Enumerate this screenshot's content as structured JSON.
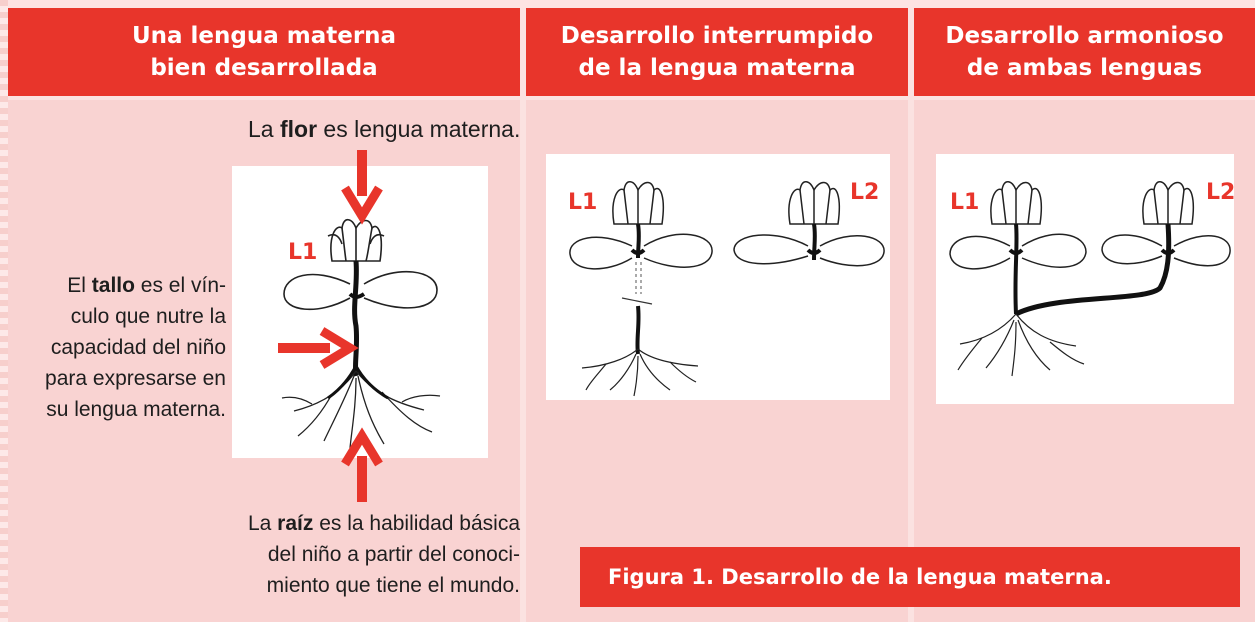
{
  "headers": {
    "col1": [
      "Una lengua materna",
      "bien desarrollada"
    ],
    "col2": [
      "Desarrollo interrumpido",
      "de la lengua materna"
    ],
    "col3": [
      "Desarrollo armonioso",
      "de ambas lenguas"
    ]
  },
  "labels": {
    "flor": {
      "pre": "La ",
      "bold": "flor",
      "post": " es lengua materna."
    },
    "tallo": {
      "pre": "El ",
      "bold": "tallo",
      "post1": " es el vín-",
      "lines": [
        "culo que nutre la",
        "capacidad del niño",
        "para expresarse en",
        "su lengua materna."
      ]
    },
    "raiz": {
      "pre": "La ",
      "bold": "raíz",
      "post1": " es la habilidad básica",
      "lines": [
        "del niño a partir del conoci-",
        "miento que tiene el mundo."
      ]
    }
  },
  "tags": {
    "l1": "L1",
    "l2": "L2"
  },
  "caption": "Figura 1. Desarrollo de la lengua materna.",
  "colors": {
    "accent": "#e8352b",
    "panel": "#f9d3d2",
    "background": "#fbe2e1"
  }
}
